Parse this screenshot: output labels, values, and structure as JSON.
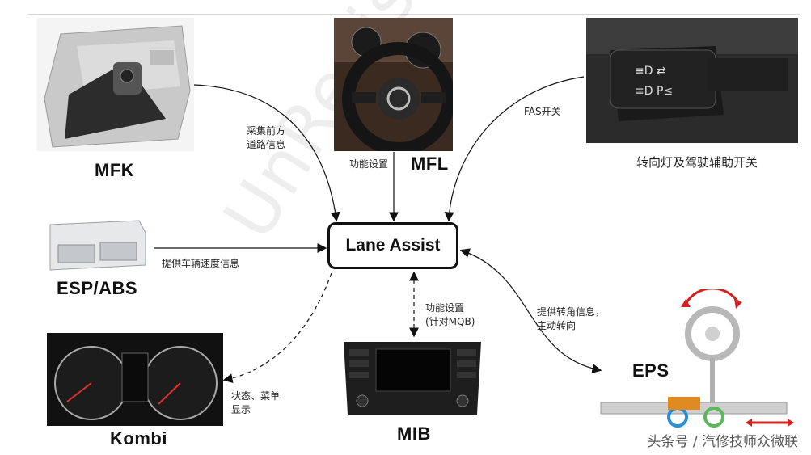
{
  "diagram": {
    "center_label": "Lane Assist",
    "components": {
      "mfk": "MFK",
      "mfl": "MFL",
      "esp": "ESP/ABS",
      "kombi": "Kombi",
      "mib": "MIB",
      "eps": "EPS",
      "stalk": "转向灯及驾驶辅助开关"
    },
    "edges": {
      "mfk": "采集前方\n道路信息",
      "mfl": "功能设置",
      "fas": "FAS开关",
      "esp": "提供车辆速度信息",
      "mib": "功能设置\n(针对MQB)",
      "eps": "提供转角信息，\n主动转向",
      "kombi": "状态、菜单\n显示"
    }
  },
  "watermark": "UnRegistered",
  "footer": "头条号 / 汽修技师众微联"
}
